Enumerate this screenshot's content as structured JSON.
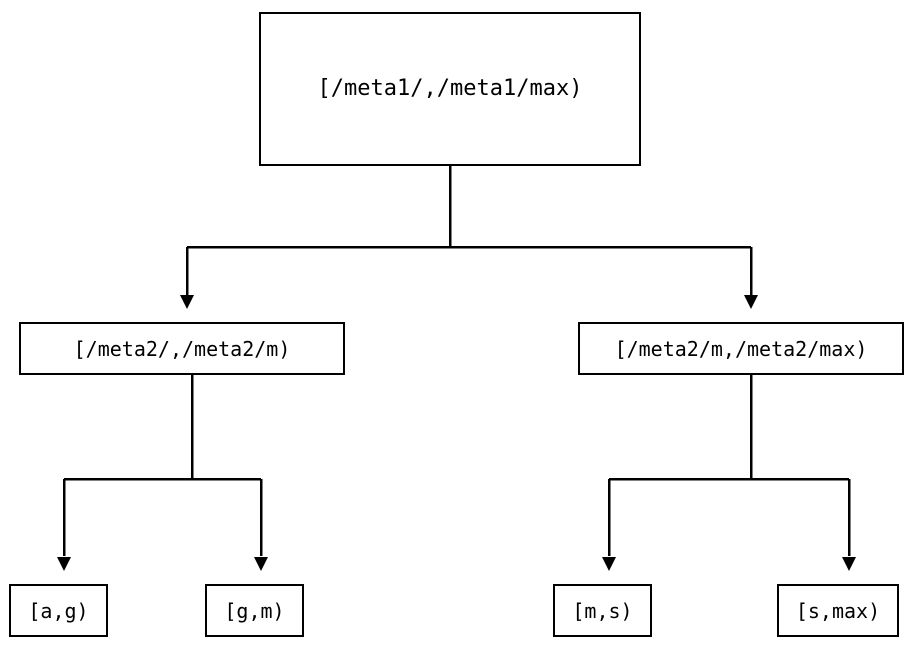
{
  "diagram": {
    "type": "tree",
    "orientation": "top-down",
    "background_color": "#ffffff",
    "line_color": "#000000",
    "text_color": "#000000",
    "nodes": {
      "root": {
        "label": "[/meta1/,/meta1/max)"
      },
      "mid_left": {
        "label": "[/meta2/,/meta2/m)"
      },
      "mid_right": {
        "label": "[/meta2/m,/meta2/max)"
      },
      "leaf_ag": {
        "label": "[a,g)"
      },
      "leaf_gm": {
        "label": "[g,m)"
      },
      "leaf_ms": {
        "label": "[m,s)"
      },
      "leaf_smax": {
        "label": "[s,max)"
      }
    },
    "edges": [
      {
        "from": "root",
        "to": "mid_left",
        "arrow": "triangle-down"
      },
      {
        "from": "root",
        "to": "mid_right",
        "arrow": "triangle-down"
      },
      {
        "from": "mid_left",
        "to": "leaf_ag",
        "arrow": "triangle-down"
      },
      {
        "from": "mid_left",
        "to": "leaf_gm",
        "arrow": "triangle-down"
      },
      {
        "from": "mid_right",
        "to": "leaf_ms",
        "arrow": "triangle-down"
      },
      {
        "from": "mid_right",
        "to": "leaf_smax",
        "arrow": "triangle-down"
      }
    ]
  }
}
